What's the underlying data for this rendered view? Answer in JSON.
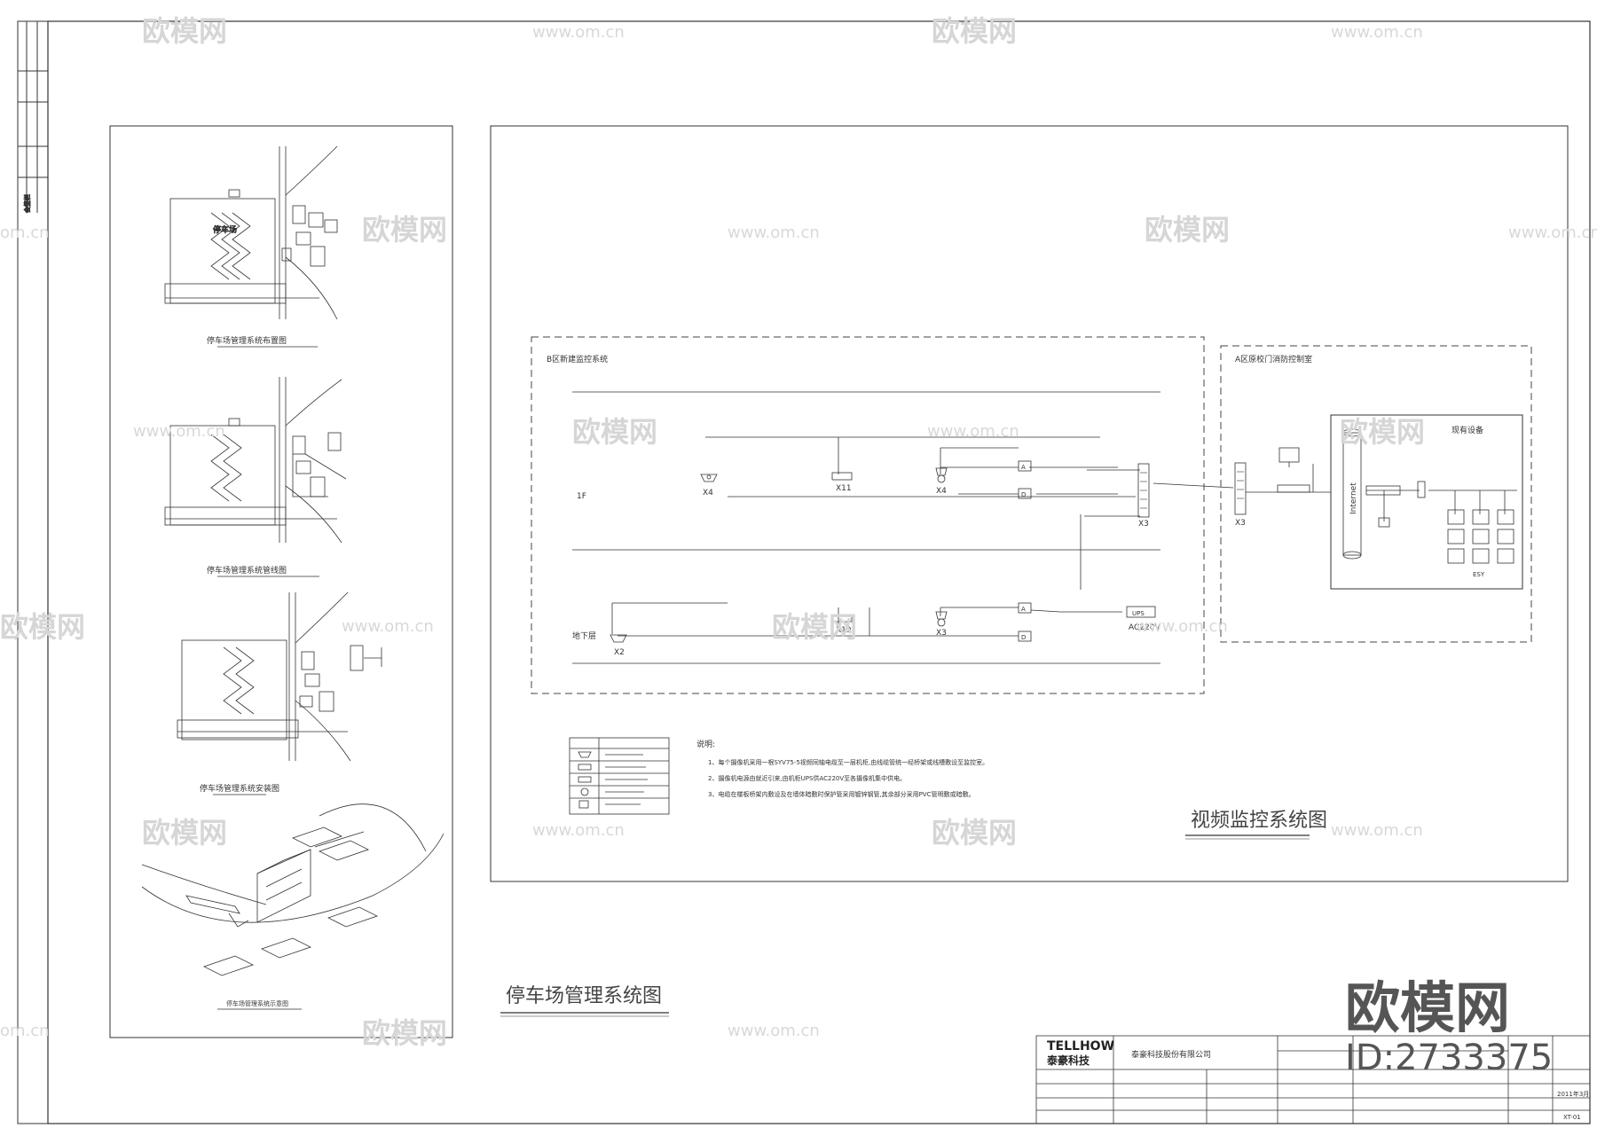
{
  "watermark": {
    "brand": "欧模网",
    "url": "www.om.cn",
    "url_partial": "om.cn"
  },
  "stamp": {
    "brand": "欧模网",
    "id": "ID:2733375"
  },
  "parking": {
    "layout_label": "停车场管理系统布置图",
    "wiring_label": "停车场管理系统管线图",
    "install_label": "停车场管理系统安装图",
    "perspective_label": "停车场管理系统示意图",
    "main_title": "停车场管理系统图"
  },
  "cctv": {
    "main_title": "视频监控系统图",
    "zone_b_title": "B区新建监控系统",
    "zone_a_title": "A区原校门消防控制室",
    "floor_1": "1F",
    "floor_b1": "地下层",
    "labels": {
      "x4a": "X4",
      "x11": "X11",
      "x4b": "X4",
      "x3_box": "X3",
      "x2": "X2",
      "x19": "X19",
      "x3_dome": "X3",
      "box_a1": "A",
      "box_d1": "D",
      "box_a2": "A",
      "box_d2": "D",
      "ups": "UPS",
      "ac220v": "AC220V",
      "x3_right": "X3",
      "internet": "Internet",
      "existing": "现有设备",
      "esy": "ESY"
    },
    "notes_title": "说明:",
    "notes": [
      "1、每个摄像机采用一根SYV75-5视频同轴电缆至一层机柜,由线缆管统一经桥架或线槽敷设至监控室。",
      "2、摄像机电源由就近引来,由机柜UPS供AC220V至各摄像机集中供电。",
      "3、电缆在楼板桥架内敷设及在墙体暗敷时保护管采用镀锌钢管,其余部分采用PVC管明敷或暗敷。"
    ]
  },
  "title_block": {
    "company_logo": "TELLHOW",
    "company_logo_cn": "泰豪科技",
    "company_name": "泰豪科技股份有限公司",
    "date": "2011年3月",
    "drawing_no": "XT-01"
  }
}
